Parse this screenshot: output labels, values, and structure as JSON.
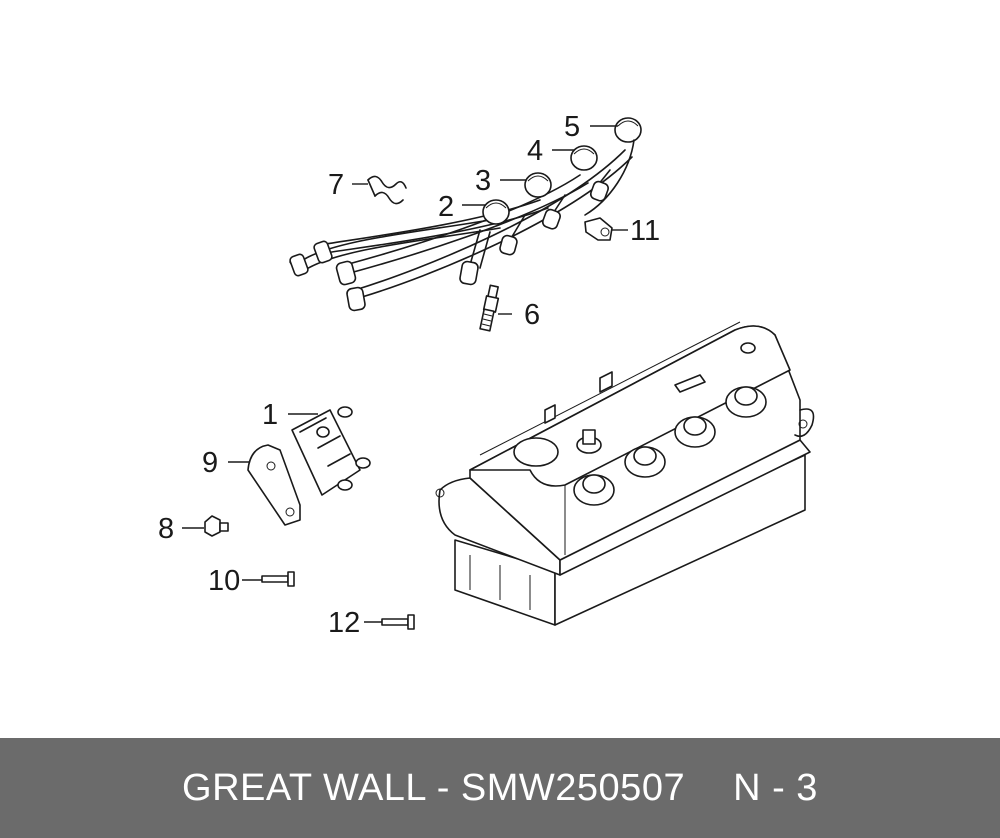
{
  "callouts": {
    "c1": "1",
    "c2": "2",
    "c3": "3",
    "c4": "4",
    "c5": "5",
    "c6": "6",
    "c7": "7",
    "c8": "8",
    "c9": "9",
    "c10": "10",
    "c11": "11",
    "c12": "12"
  },
  "footer": {
    "brand_part": "GREAT WALL - SMW250507",
    "page_code": "N - 3"
  },
  "colors": {
    "footer_bg": "#6b6b6b",
    "footer_text": "#ffffff",
    "line": "#1a1a1a"
  }
}
